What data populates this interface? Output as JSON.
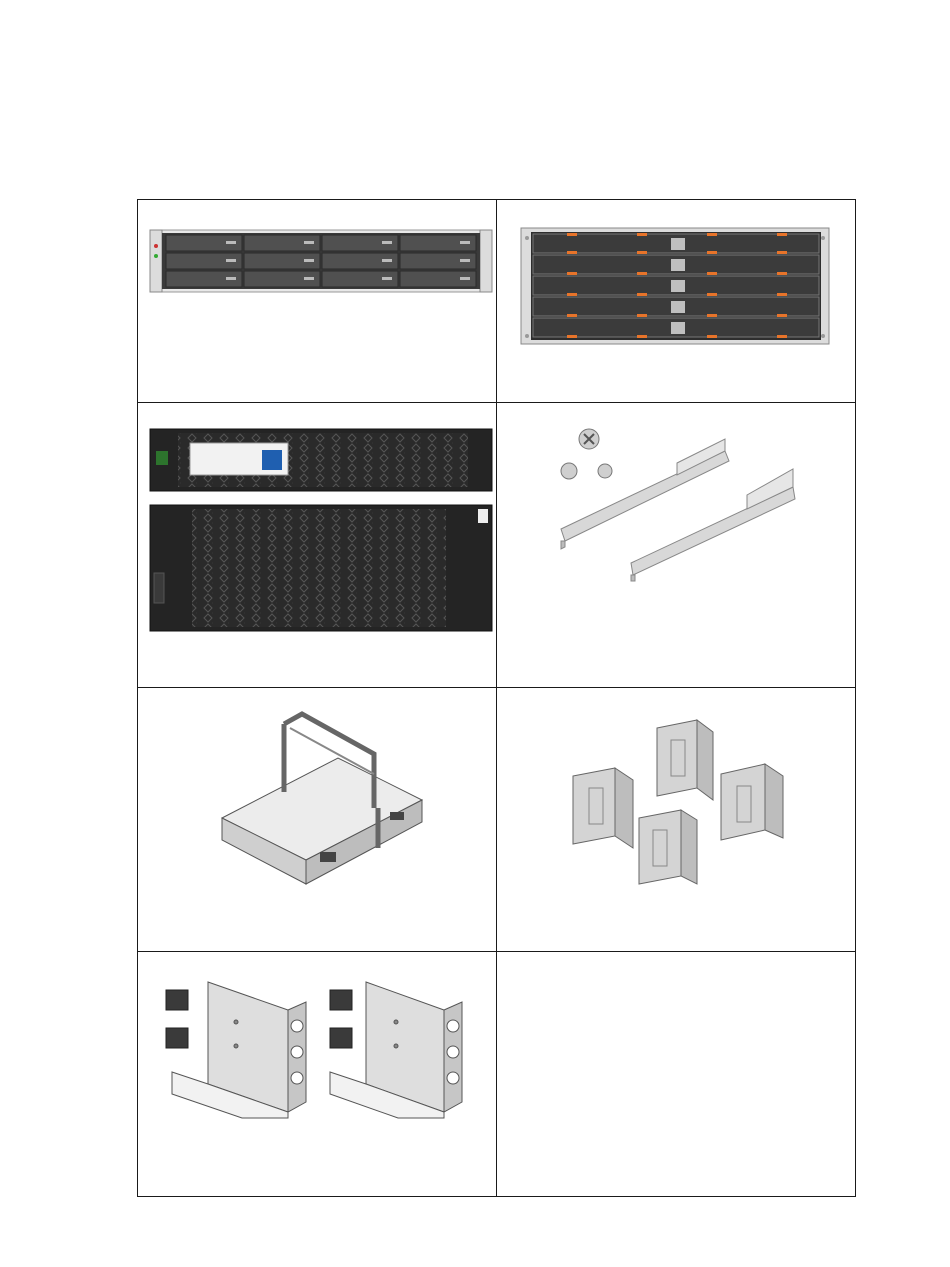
{
  "cells": [
    {
      "id": "r1c1",
      "item_icon": "2u-12-drive-shelf-front-icon"
    },
    {
      "id": "r1c2",
      "item_icon": "4u-60-drive-shelf-drawers-icon"
    },
    {
      "id": "r2c1",
      "item_icon": "shelf-bezels-icon"
    },
    {
      "id": "r2c2",
      "item_icon": "rail-kit-with-screws-icon"
    },
    {
      "id": "r3c1",
      "item_icon": "drive-carrier-with-handle-icon"
    },
    {
      "id": "r3c2",
      "item_icon": "cable-management-clips-icon"
    },
    {
      "id": "r4c1",
      "item_icon": "l-brackets-with-cage-nuts-icon"
    },
    {
      "id": "r4c2",
      "item_icon": "empty-cell"
    }
  ],
  "colors": {
    "border": "#1a1a1a",
    "accent_orange": "#e8742a",
    "metal": "#d6d6d6",
    "dark_panel": "#2b2b2b"
  }
}
